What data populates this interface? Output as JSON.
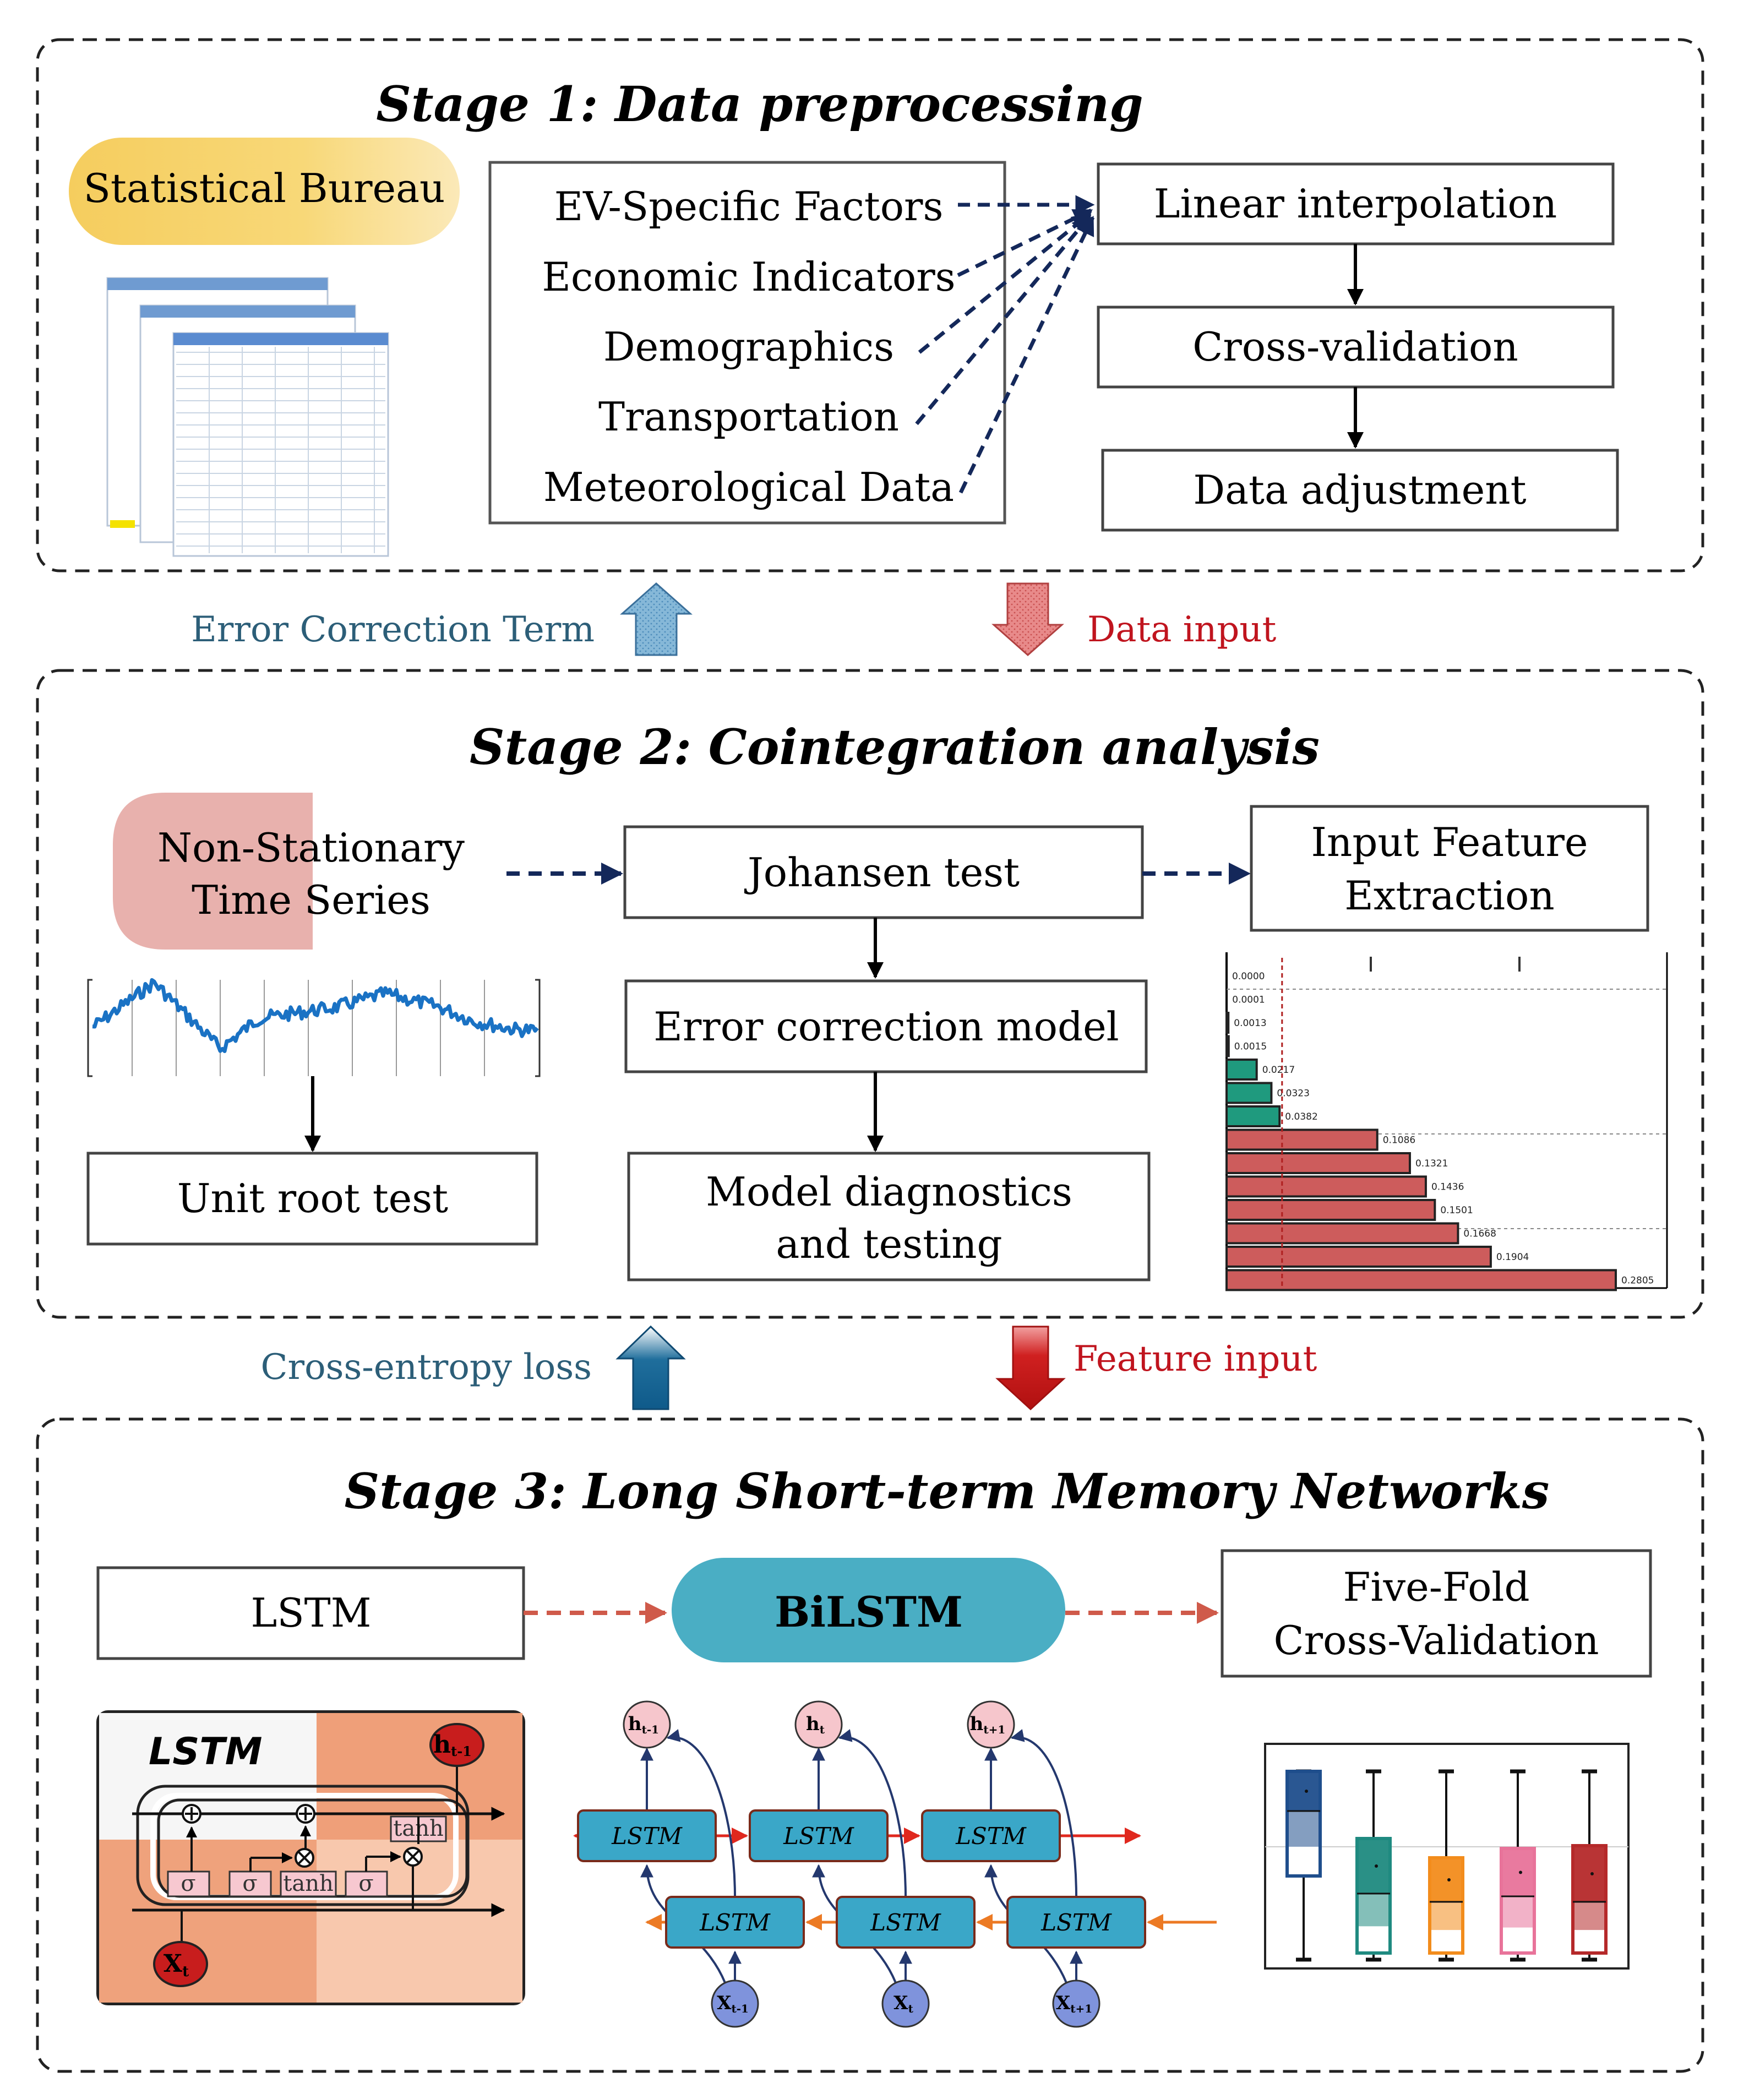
{
  "stage1": {
    "title": "Stage 1: Data preprocessing",
    "source_label": "Statistical Bureau",
    "factors": [
      "EV-Specific Factors",
      "Economic Indicators",
      "Demographics",
      "Transportation",
      "Meteorological Data"
    ],
    "steps": [
      "Linear interpolation",
      "Cross-validation",
      "Data adjustment"
    ]
  },
  "connector1": {
    "up_label": "Error Correction Term",
    "down_label": "Data input"
  },
  "stage2": {
    "title": "Stage 2: Cointegration analysis",
    "series_label_line1": "Non-Stationary",
    "series_label_line2": "Time Series",
    "johansen": "Johansen test",
    "feature_line1": "Input Feature",
    "feature_line2": "Extraction",
    "ecm": "Error correction model",
    "diag_line1": "Model diagnostics",
    "diag_line2": "and testing",
    "unit_root": "Unit root test",
    "feature_chart": {
      "type": "bar",
      "orientation": "horizontal",
      "values": [
        0.0,
        0.0001,
        0.0013,
        0.0015,
        0.0217,
        0.0323,
        0.0382,
        0.1086,
        0.1321,
        0.1436,
        0.1501,
        0.1668,
        0.1904,
        0.2805
      ],
      "labels": [
        "0.0000",
        "0.0001",
        "0.0013",
        "0.0015",
        "0.0217",
        "0.0323",
        "0.0382",
        "0.1086",
        "0.1321",
        "0.1436",
        "0.1501",
        "0.1668",
        "0.1904",
        "0.2805"
      ],
      "colors": [
        "#2e9e86",
        "#2e9e86",
        "#2e9e86",
        "#2e9e86",
        "#1f9a7e",
        "#1f9a7e",
        "#1f9a7e",
        "#cd5c5c",
        "#cd5c5c",
        "#cd5c5c",
        "#cd5c5c",
        "#cd5c5c",
        "#cd5c5c",
        "#cd5c5c"
      ],
      "threshold": 0.04
    }
  },
  "connector2": {
    "up_label": "Cross-entropy loss",
    "down_label": "Feature input"
  },
  "stage3": {
    "title": "Stage 3: Long Short-term Memory Networks",
    "lstm_box": "LSTM",
    "bilstm": "BiLSTM",
    "cv_line1": "Five-Fold",
    "cv_line2": "Cross-Validation",
    "cell": {
      "title": "LSTM",
      "sigma": "σ",
      "tanh": "tanh",
      "x_base": "X",
      "x_sub": "t",
      "h_base": "h",
      "h_sub": "t-1"
    },
    "bilstm_diagram": {
      "cell_label": "LSTM",
      "h_bases": [
        "h",
        "h",
        "h"
      ],
      "h_subs": [
        "t-1",
        "t",
        "t+1"
      ],
      "x_bases": [
        "X",
        "X",
        "X"
      ],
      "x_subs": [
        "t-1",
        "t",
        "t+1"
      ]
    },
    "boxplot": {
      "type": "box",
      "colors": [
        "#1f4e8c",
        "#1f8a80",
        "#f28c1c",
        "#e8739a",
        "#b5292a"
      ]
    }
  }
}
